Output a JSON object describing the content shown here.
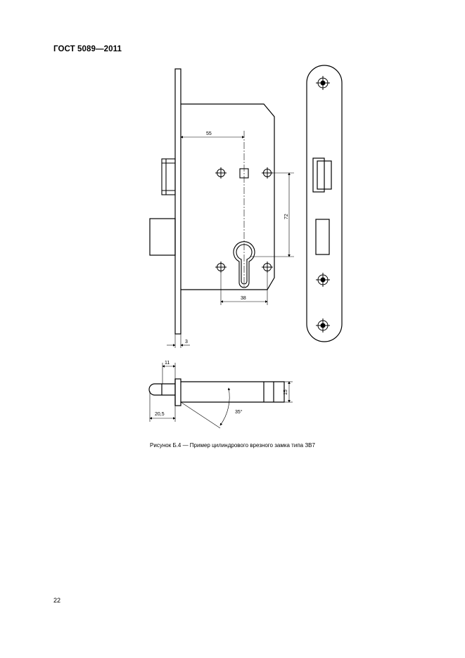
{
  "document": {
    "header": "ГОСТ 5089—2011",
    "caption": "Рисунок Б.4 — Пример цилиндрового врезного замка типа ЗВ7",
    "page_number": "22"
  },
  "dimensions": {
    "d55": "55",
    "d72": "72",
    "d38": "38",
    "d3": "3",
    "d11": "11",
    "d20_5": "20,5",
    "d15": "15",
    "angle": "35°"
  }
}
